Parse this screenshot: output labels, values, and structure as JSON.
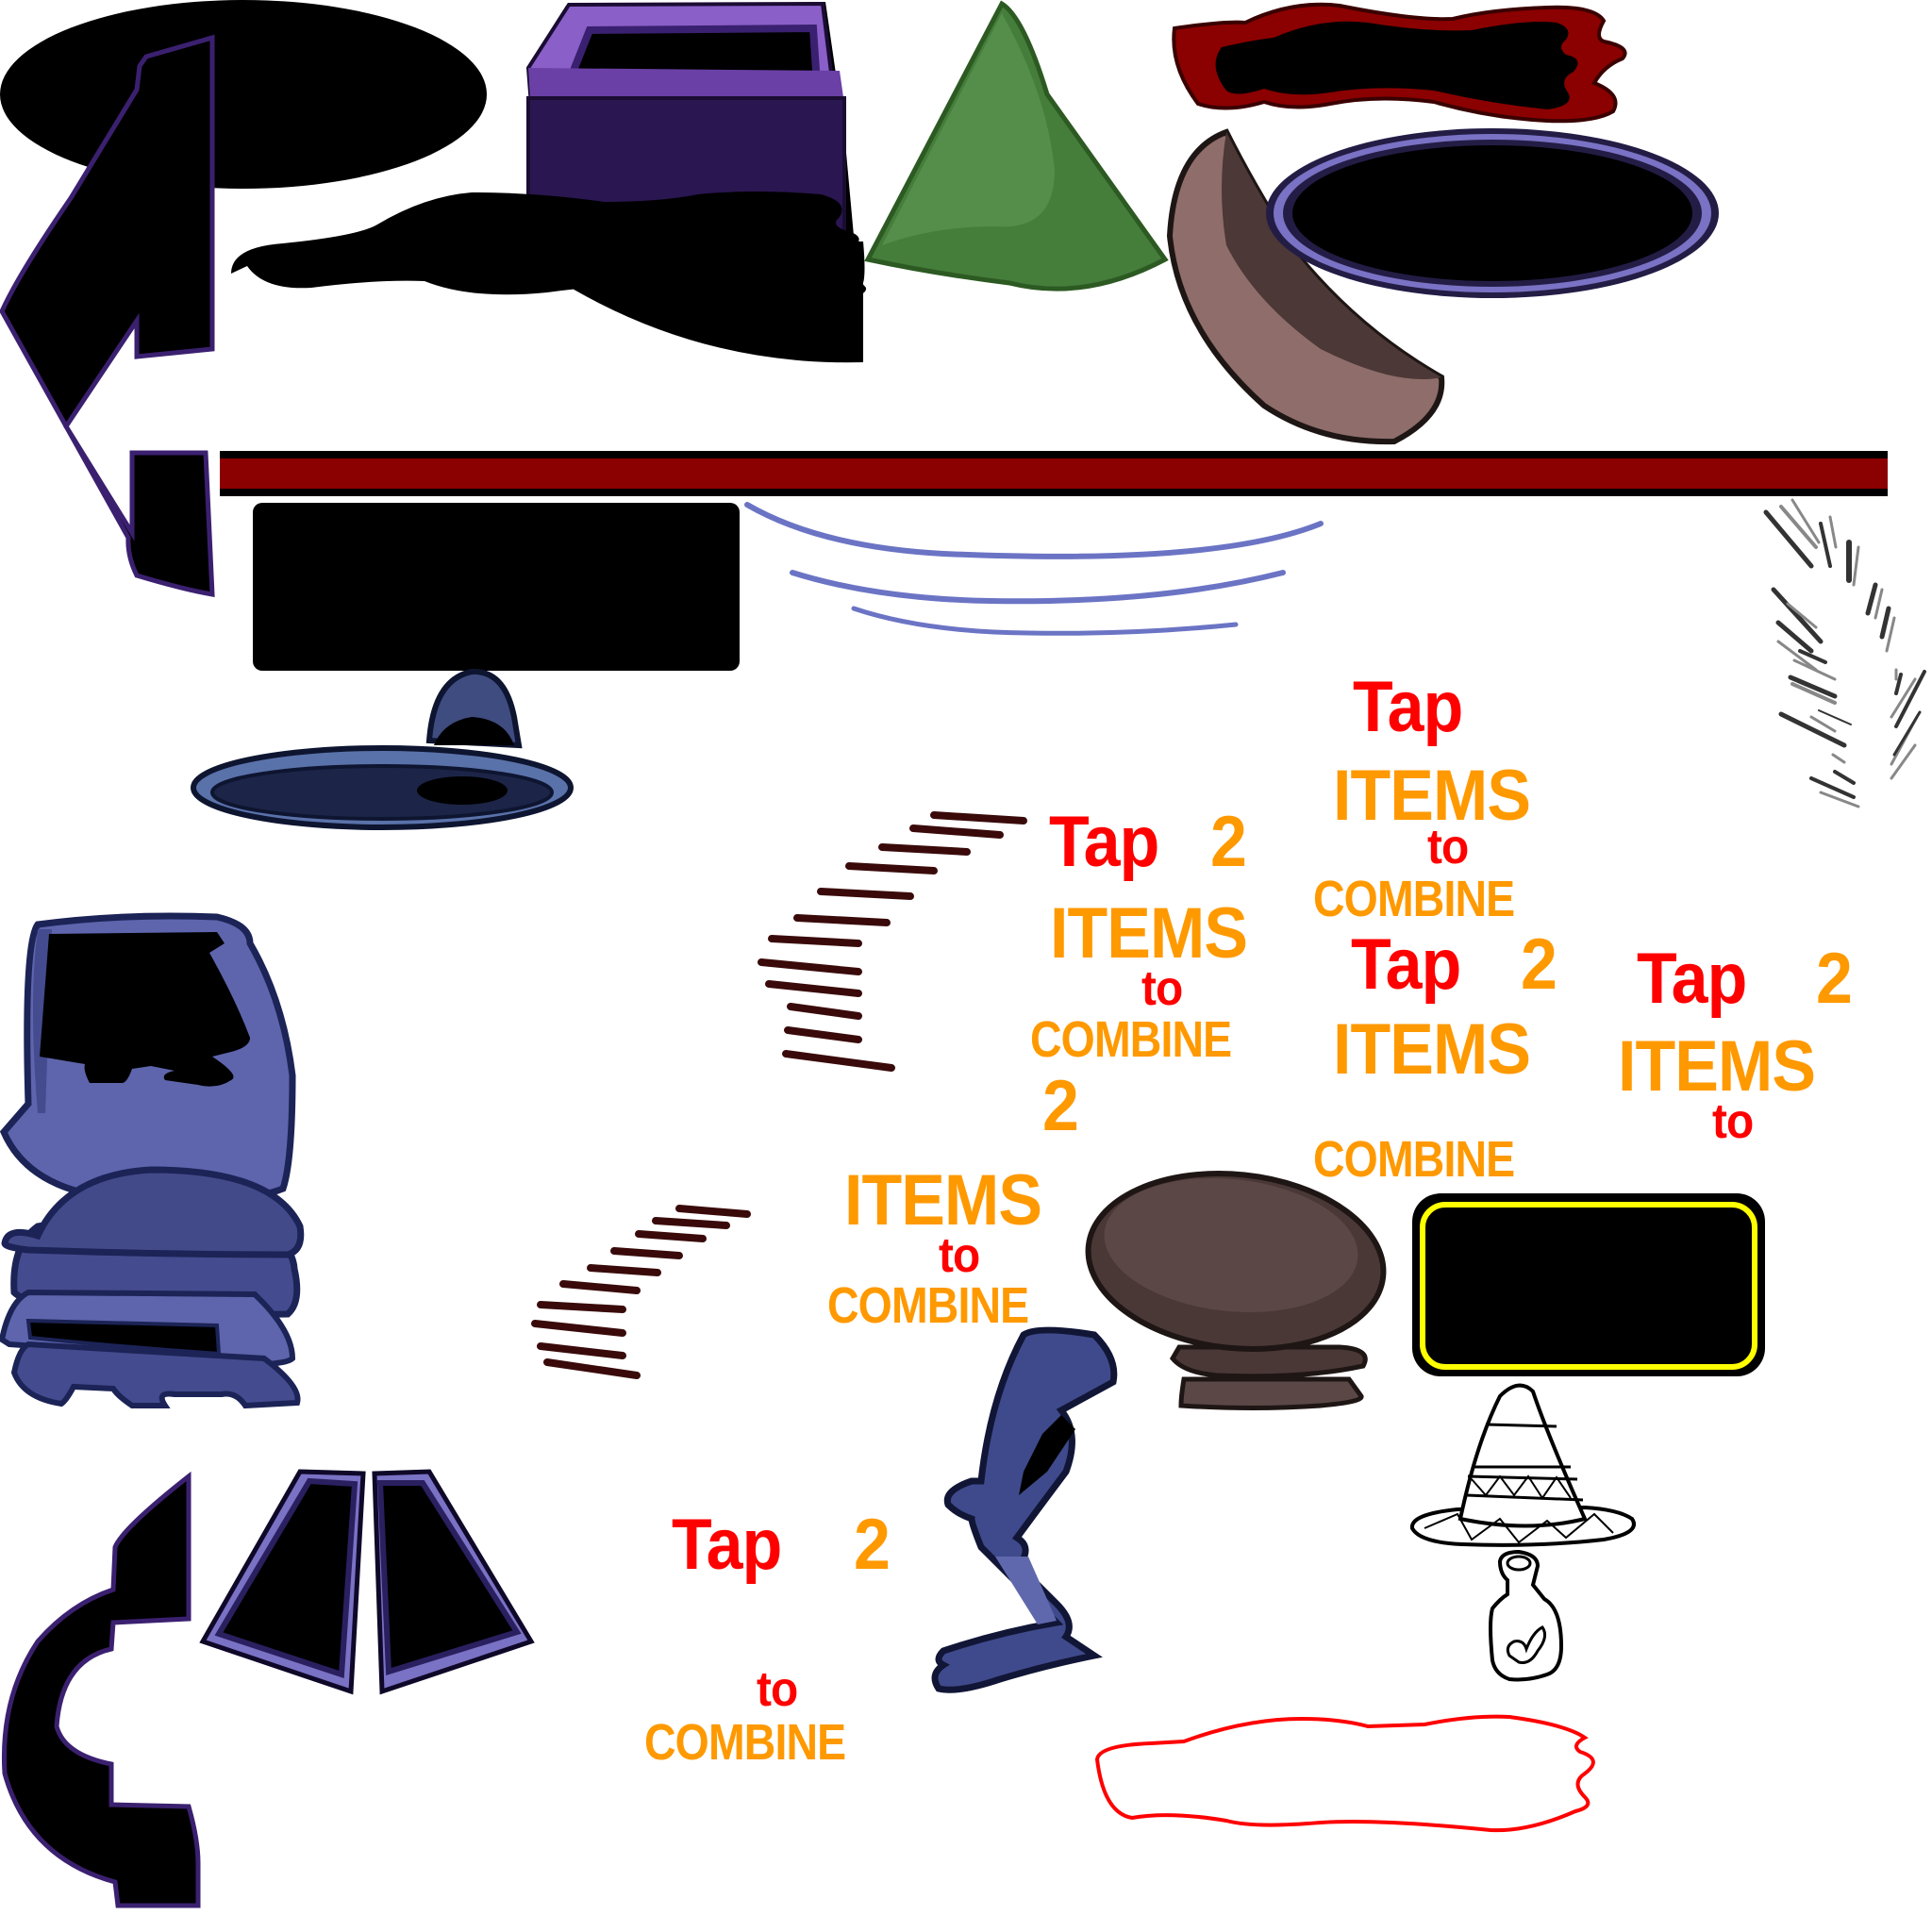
{
  "sheet": {
    "type": "sprite-atlas",
    "background": "#ffffff"
  },
  "colors": {
    "tap_red": "#ff0000",
    "label_orange": "#ff9900",
    "dark_red": "#8b0000",
    "purple": "#6a42a6",
    "purple_dark": "#2a1650",
    "lavender": "#7a72c4",
    "navy": "#3f4a8c",
    "navy_dark": "#1c2356",
    "green": "#4e8a45",
    "green_dark": "#2c5a22",
    "brown": "#5b4846",
    "brown_light": "#8e6d6a",
    "yellow": "#ffff00",
    "black": "#000000"
  },
  "sprites": [
    {
      "name": "black-oval-mask"
    },
    {
      "name": "purple-box-hat"
    },
    {
      "name": "green-cone-hat"
    },
    {
      "name": "red-wavy-outline-shape"
    },
    {
      "name": "purple-left-bracket-shape"
    },
    {
      "name": "black-cloud-blob"
    },
    {
      "name": "brown-curved-tail"
    },
    {
      "name": "purple-ring-oval"
    },
    {
      "name": "red-bar-divider"
    },
    {
      "name": "black-rounded-panel"
    },
    {
      "name": "blue-motion-streaks"
    },
    {
      "name": "gray-feather-strokes"
    },
    {
      "name": "navy-sombrero-hat"
    },
    {
      "name": "brown-speed-lines"
    },
    {
      "name": "blue-helmet-top"
    },
    {
      "name": "blue-helmet-bottom"
    },
    {
      "name": "purple-c-bracket-shape"
    },
    {
      "name": "purple-trapezoid-left"
    },
    {
      "name": "purple-trapezoid-right"
    },
    {
      "name": "brown-beret-hat"
    },
    {
      "name": "yellow-outlined-panel"
    },
    {
      "name": "blue-boot-leg"
    },
    {
      "name": "sombrero-line-art"
    },
    {
      "name": "bottle-with-worm-line-art"
    },
    {
      "name": "red-outline-blob"
    }
  ],
  "labels": {
    "block_a": {
      "tap": "Tap",
      "two": "2",
      "items": "ITEMS",
      "to": "to",
      "combine": "COMBINE"
    },
    "block_b": {
      "tap": "Tap",
      "items": "ITEMS",
      "to": "to",
      "combine": "COMBINE"
    },
    "block_c": {
      "tap": "Tap",
      "two": "2",
      "items": "ITEMS",
      "combine": "COMBINE"
    },
    "block_d": {
      "tap": "Tap",
      "two": "2",
      "items": "ITEMS",
      "to": "to"
    },
    "block_e": {
      "two": "2",
      "items": "ITEMS",
      "to": "to",
      "combine": "COMBINE"
    },
    "block_f": {
      "tap": "Tap",
      "two": "2",
      "to": "to",
      "combine": "COMBINE"
    }
  }
}
